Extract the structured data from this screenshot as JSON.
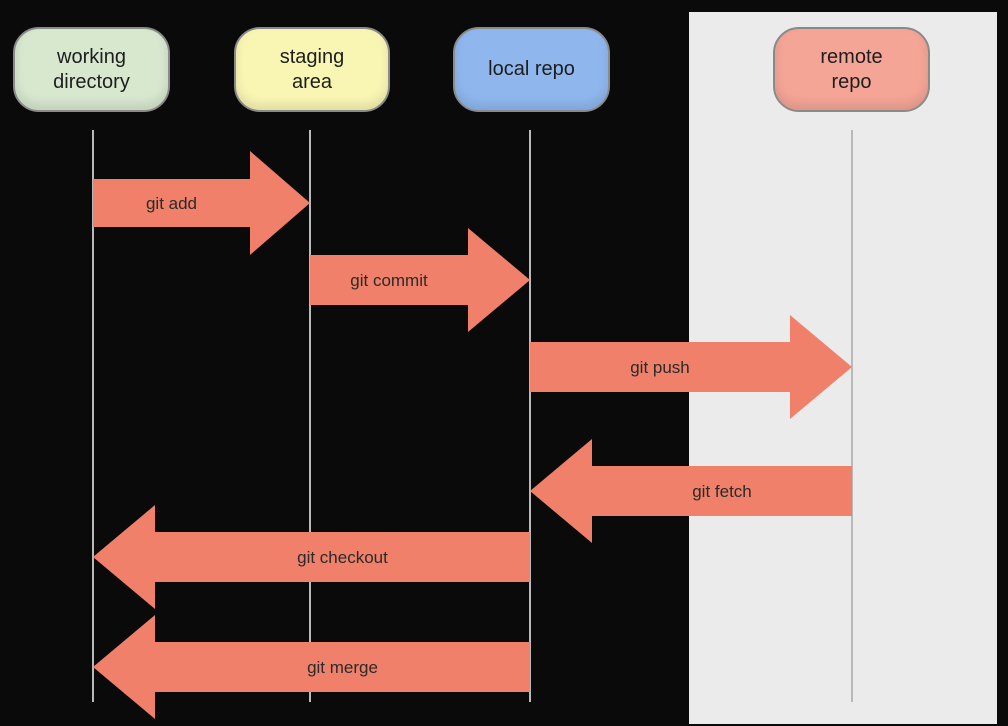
{
  "nodes": {
    "working_directory": {
      "label": "working\ndirectory",
      "color": "#d7e8cf"
    },
    "staging_area": {
      "label": "staging\narea",
      "color": "#f9f6b4"
    },
    "local_repo": {
      "label": "local repo",
      "color": "#8fb7ee"
    },
    "remote_repo": {
      "label": "remote\nrepo",
      "color": "#f4a595"
    }
  },
  "arrows": [
    {
      "label": "git add",
      "from": "working_directory",
      "to": "staging_area"
    },
    {
      "label": "git commit",
      "from": "staging_area",
      "to": "local_repo"
    },
    {
      "label": "git push",
      "from": "local_repo",
      "to": "remote_repo"
    },
    {
      "label": "git fetch",
      "from": "remote_repo",
      "to": "local_repo"
    },
    {
      "label": "git checkout",
      "from": "local_repo",
      "to": "working_directory"
    },
    {
      "label": "git merge",
      "from": "local_repo",
      "to": "working_directory"
    }
  ],
  "colors": {
    "background": "#0a0a0a",
    "remote_zone": "#ebebeb",
    "arrow": "#f0806a",
    "lifeline": "#b9b9b9"
  }
}
